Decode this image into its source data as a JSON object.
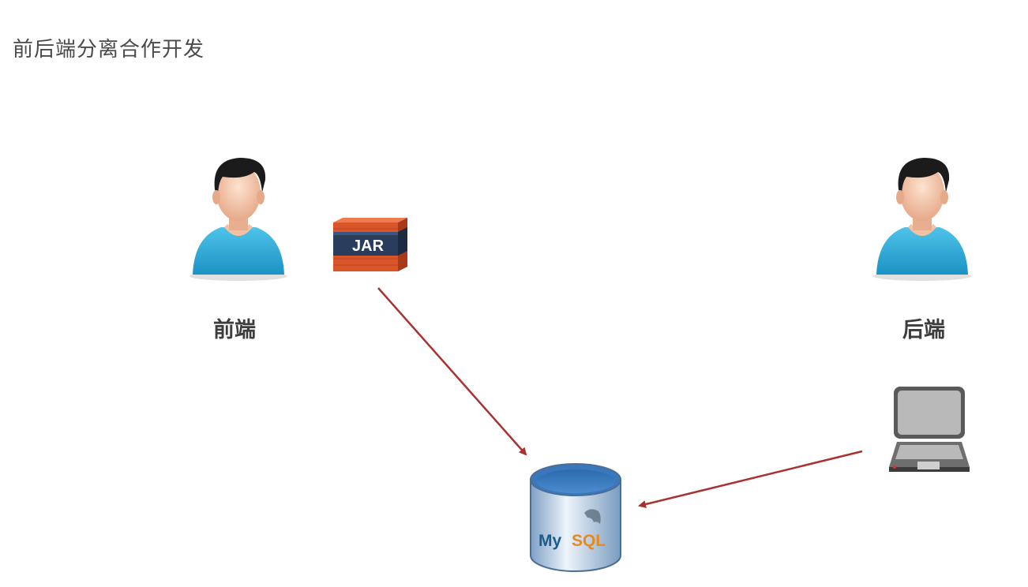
{
  "title": "前后端分离合作开发",
  "frontend": {
    "label": "前端"
  },
  "backend": {
    "label": "后端"
  },
  "jar": {
    "label": "JAR"
  },
  "database": {
    "label_part1": "My",
    "label_part2": "SQL"
  },
  "colors": {
    "arrow": "#a83230",
    "shirt": "#1fa7d9",
    "jar_orange": "#d9552a",
    "jar_band": "#2a3d5c",
    "db_blue": "#3f7fc0",
    "mysql_blue": "#1a5d8a",
    "mysql_orange": "#e58a1f"
  },
  "icons": [
    "frontend-person-icon",
    "backend-person-icon",
    "jar-icon",
    "laptop-icon",
    "mysql-database-icon"
  ]
}
